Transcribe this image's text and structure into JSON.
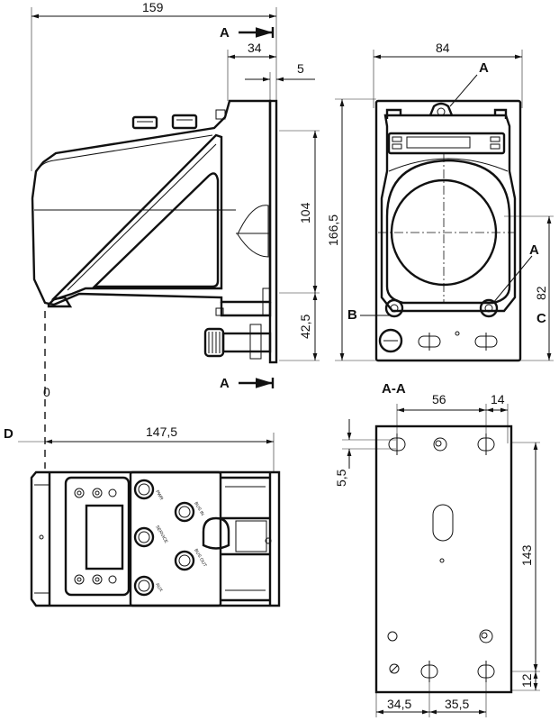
{
  "dimensions": {
    "overall_width": "159",
    "depth_34": "34",
    "plate_5": "5",
    "height_104": "104",
    "height_42_5": "42,5",
    "zero": "0",
    "length_147_5": "147,5",
    "front_width_84": "84",
    "front_height_166_5": "166,5",
    "front_82": "82",
    "plate_56": "56",
    "plate_14": "14",
    "plate_5_5": "5,5",
    "plate_143": "143",
    "plate_12": "12",
    "plate_34_5": "34,5",
    "plate_35_5": "35,5"
  },
  "labels": {
    "section_a_top": "A",
    "section_a_bottom": "A",
    "detail_a_front_top": "A",
    "detail_a_front_right": "A",
    "marker_b": "B",
    "marker_c": "C",
    "marker_d": "D",
    "section_title": "A-A"
  },
  "connector_labels": {
    "pwr": "PWR",
    "bus_in": "BUS IN",
    "service": "SERVICE",
    "bus_out": "BUS OUT",
    "aux": "AUX"
  }
}
